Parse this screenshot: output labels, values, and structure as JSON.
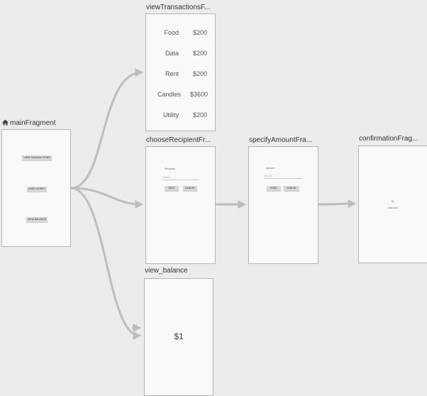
{
  "main_fragment": {
    "title": "mainFragment",
    "buttons": [
      "VIEW TRANSACTIONS",
      "SEND MONEY",
      "VIEW BALANCE"
    ]
  },
  "view_transactions": {
    "title": "viewTransactionsF...",
    "rows": [
      {
        "label": "Food",
        "amount": "$200"
      },
      {
        "label": "Data",
        "amount": "$200"
      },
      {
        "label": "Rent",
        "amount": "$200"
      },
      {
        "label": "Candles",
        "amount": "$3600"
      },
      {
        "label": "Utility",
        "amount": "$200"
      }
    ]
  },
  "choose_recipient": {
    "title": "chooseRecipientFr...",
    "label": "Recipient",
    "input_placeholder": "Name",
    "next_button": "NEXT",
    "cancel_button": "CANCEL"
  },
  "specify_amount": {
    "title": "specifyAmountFra...",
    "label": "Amount",
    "input_placeholder": "$0.00",
    "send_button": "SEND",
    "cancel_button": "CANCEL"
  },
  "confirmation": {
    "title": "confirmationFrag...",
    "amount": "$1",
    "message": "was sent"
  },
  "view_balance": {
    "title": "view_balance",
    "balance": "$1"
  },
  "colors": {
    "background": "#ececec",
    "frame": "#f9f9f9",
    "frame_border": "#b4b4b4",
    "arrow": "#bdbdbd",
    "button": "#d8d8d8"
  }
}
